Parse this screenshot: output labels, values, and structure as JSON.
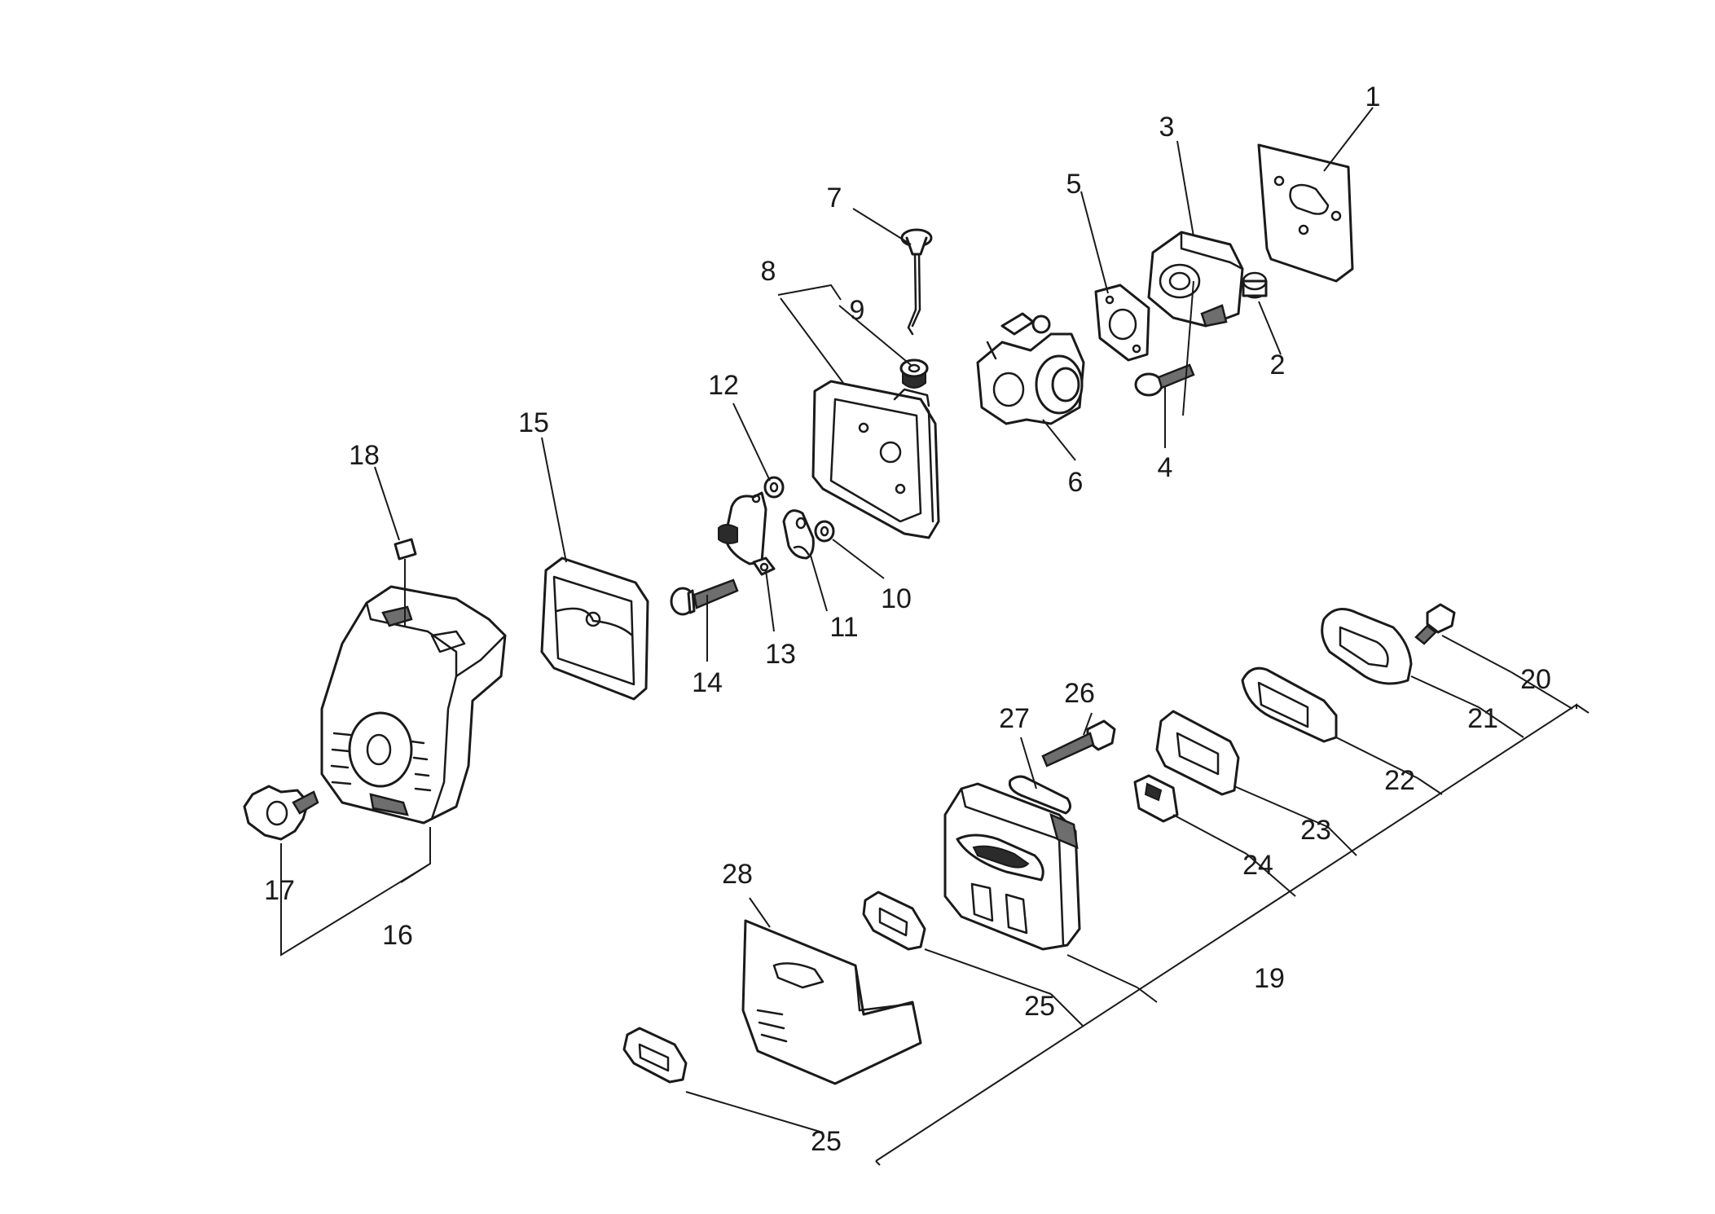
{
  "callouts": [
    {
      "id": "1",
      "text": "1"
    },
    {
      "id": "2",
      "text": "2"
    },
    {
      "id": "3",
      "text": "3"
    },
    {
      "id": "4",
      "text": "4"
    },
    {
      "id": "5",
      "text": "5"
    },
    {
      "id": "6",
      "text": "6"
    },
    {
      "id": "7",
      "text": "7"
    },
    {
      "id": "8",
      "text": "8"
    },
    {
      "id": "9",
      "text": "9"
    },
    {
      "id": "10",
      "text": "10"
    },
    {
      "id": "11",
      "text": "11"
    },
    {
      "id": "12",
      "text": "12"
    },
    {
      "id": "13",
      "text": "13"
    },
    {
      "id": "14",
      "text": "14"
    },
    {
      "id": "15",
      "text": "15"
    },
    {
      "id": "16",
      "text": "16"
    },
    {
      "id": "17",
      "text": "17"
    },
    {
      "id": "18",
      "text": "18"
    },
    {
      "id": "19",
      "text": "19"
    },
    {
      "id": "20",
      "text": "20"
    },
    {
      "id": "21",
      "text": "21"
    },
    {
      "id": "22",
      "text": "22"
    },
    {
      "id": "23",
      "text": "23"
    },
    {
      "id": "24",
      "text": "24"
    },
    {
      "id": "25a",
      "text": "25"
    },
    {
      "id": "25b",
      "text": "25"
    },
    {
      "id": "26",
      "text": "26"
    },
    {
      "id": "27",
      "text": "27"
    },
    {
      "id": "28",
      "text": "28"
    }
  ],
  "colors": {
    "line": "#1a1a1a",
    "background": "#ffffff",
    "shade": "#6e6e6e"
  }
}
